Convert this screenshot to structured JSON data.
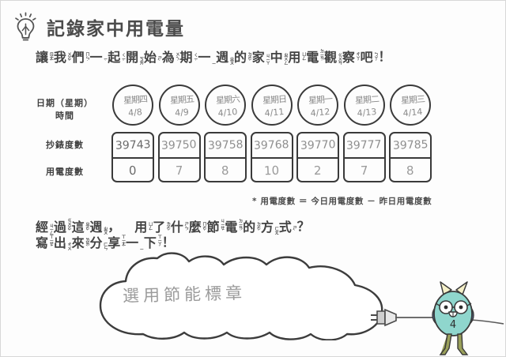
{
  "header": {
    "icon": "lightbulb-icon",
    "title": "記錄家中用電量"
  },
  "intro_sentence": {
    "text": "讓我們一起開始為期一週的家中用電觀察吧！",
    "chars": [
      {
        "base": "讓",
        "zhu": "ㄖㄤˋ"
      },
      {
        "base": "我",
        "zhu": "ㄨㄛˇ"
      },
      {
        "base": "們",
        "zhu": "ㄇㄣ˙"
      },
      {
        "base": "一",
        "zhu": "ㄧˋ"
      },
      {
        "base": "起",
        "zhu": "ㄑㄧˇ"
      },
      {
        "base": "開",
        "zhu": "ㄎㄞ"
      },
      {
        "base": "始",
        "zhu": "ㄕˇ"
      },
      {
        "base": "為",
        "zhu": "ㄨㄟˊ"
      },
      {
        "base": "期",
        "zhu": "ㄑㄧˊ"
      },
      {
        "base": "一",
        "zhu": "ㄧ"
      },
      {
        "base": "週",
        "zhu": "ㄓㄡ"
      },
      {
        "base": "的",
        "zhu": "ㄉㄜ˙"
      },
      {
        "base": "家",
        "zhu": "ㄐㄧㄚ"
      },
      {
        "base": "中",
        "zhu": "ㄓㄨㄥ"
      },
      {
        "base": "用",
        "zhu": "ㄩㄥˋ"
      },
      {
        "base": "電",
        "zhu": "ㄉㄧㄢˋ"
      },
      {
        "base": "觀",
        "zhu": "ㄍㄨㄢ"
      },
      {
        "base": "察",
        "zhu": "ㄔㄚˊ"
      },
      {
        "base": "吧",
        "zhu": "ㄅㄚ˙"
      },
      {
        "base": "！",
        "zhu": ""
      }
    ]
  },
  "table": {
    "row_labels": {
      "date_line1": "日期（星期）",
      "date_line2": "時間",
      "meter_reading": "抄錶度數",
      "power_usage": "用電度數"
    },
    "columns": [
      {
        "weekday": "星期四",
        "date": "4/8",
        "meter": "39743",
        "usage": "0"
      },
      {
        "weekday": "星期五",
        "date": "4/9",
        "meter": "39750",
        "usage": "7"
      },
      {
        "weekday": "星期六",
        "date": "4/10",
        "meter": "39758",
        "usage": "8"
      },
      {
        "weekday": "星期日",
        "date": "4/11",
        "meter": "39768",
        "usage": "10"
      },
      {
        "weekday": "星期一",
        "date": "4/12",
        "meter": "39770",
        "usage": "2"
      },
      {
        "weekday": "星期二",
        "date": "4/13",
        "meter": "39777",
        "usage": "7"
      },
      {
        "weekday": "星期三",
        "date": "4/14",
        "meter": "39785",
        "usage": "8"
      }
    ]
  },
  "footnote": "* 用電度數 ＝ 今日用電度數 － 昨日用電度數",
  "question": {
    "line1_chars": [
      {
        "base": "經",
        "zhu": "ㄐㄧㄥ"
      },
      {
        "base": "過",
        "zhu": "ㄍㄨㄛˋ"
      },
      {
        "base": "這",
        "zhu": "ㄓㄜˋ"
      },
      {
        "base": "週",
        "zhu": "ㄓㄡ"
      },
      {
        "base": "，",
        "zhu": ""
      },
      {
        "base": "　",
        "zhu": ""
      },
      {
        "base": "用",
        "zhu": "ㄩㄥˋ"
      },
      {
        "base": "了",
        "zhu": "ㄌㄜ˙"
      },
      {
        "base": "什",
        "zhu": "ㄕㄣˊ"
      },
      {
        "base": "麼",
        "zhu": "ㄇㄜ˙"
      },
      {
        "base": "節",
        "zhu": "ㄐㄧㄝˊ"
      },
      {
        "base": "電",
        "zhu": "ㄉㄧㄢˋ"
      },
      {
        "base": "的",
        "zhu": "ㄉㄜ˙"
      },
      {
        "base": "方",
        "zhu": "ㄈㄤ"
      },
      {
        "base": "式",
        "zhu": "ㄕˋ"
      },
      {
        "base": "？",
        "zhu": ""
      }
    ],
    "line2_chars": [
      {
        "base": "寫",
        "zhu": "ㄒㄧㄝˇ"
      },
      {
        "base": "出",
        "zhu": "ㄔㄨ"
      },
      {
        "base": "來",
        "zhu": "ㄌㄞˊ"
      },
      {
        "base": "分",
        "zhu": "ㄈㄣ"
      },
      {
        "base": "享",
        "zhu": "ㄒㄧㄤˇ"
      },
      {
        "base": "一",
        "zhu": "ㄧ"
      },
      {
        "base": "下",
        "zhu": "ㄒㄧㄚˋ"
      },
      {
        "base": "！",
        "zhu": ""
      }
    ],
    "line1_text": "經過這週，　用了什麼節電的方式？",
    "line2_text": "寫出來分享一下！"
  },
  "answer_cloud": {
    "handwritten_answer": "選用節能標章"
  },
  "mascot": {
    "name": "owl-mascot",
    "belly_number": "4",
    "body_color": "#8fd6cd",
    "wing_color": "#5a7fc4",
    "leg_color": "#9aa05a",
    "horn_color": "#f3eec2",
    "holds": "power-plug-icon"
  },
  "colors": {
    "ink": "#3a3a3a",
    "pencil": "#8f8f8f",
    "text": "#4a4a4a"
  }
}
